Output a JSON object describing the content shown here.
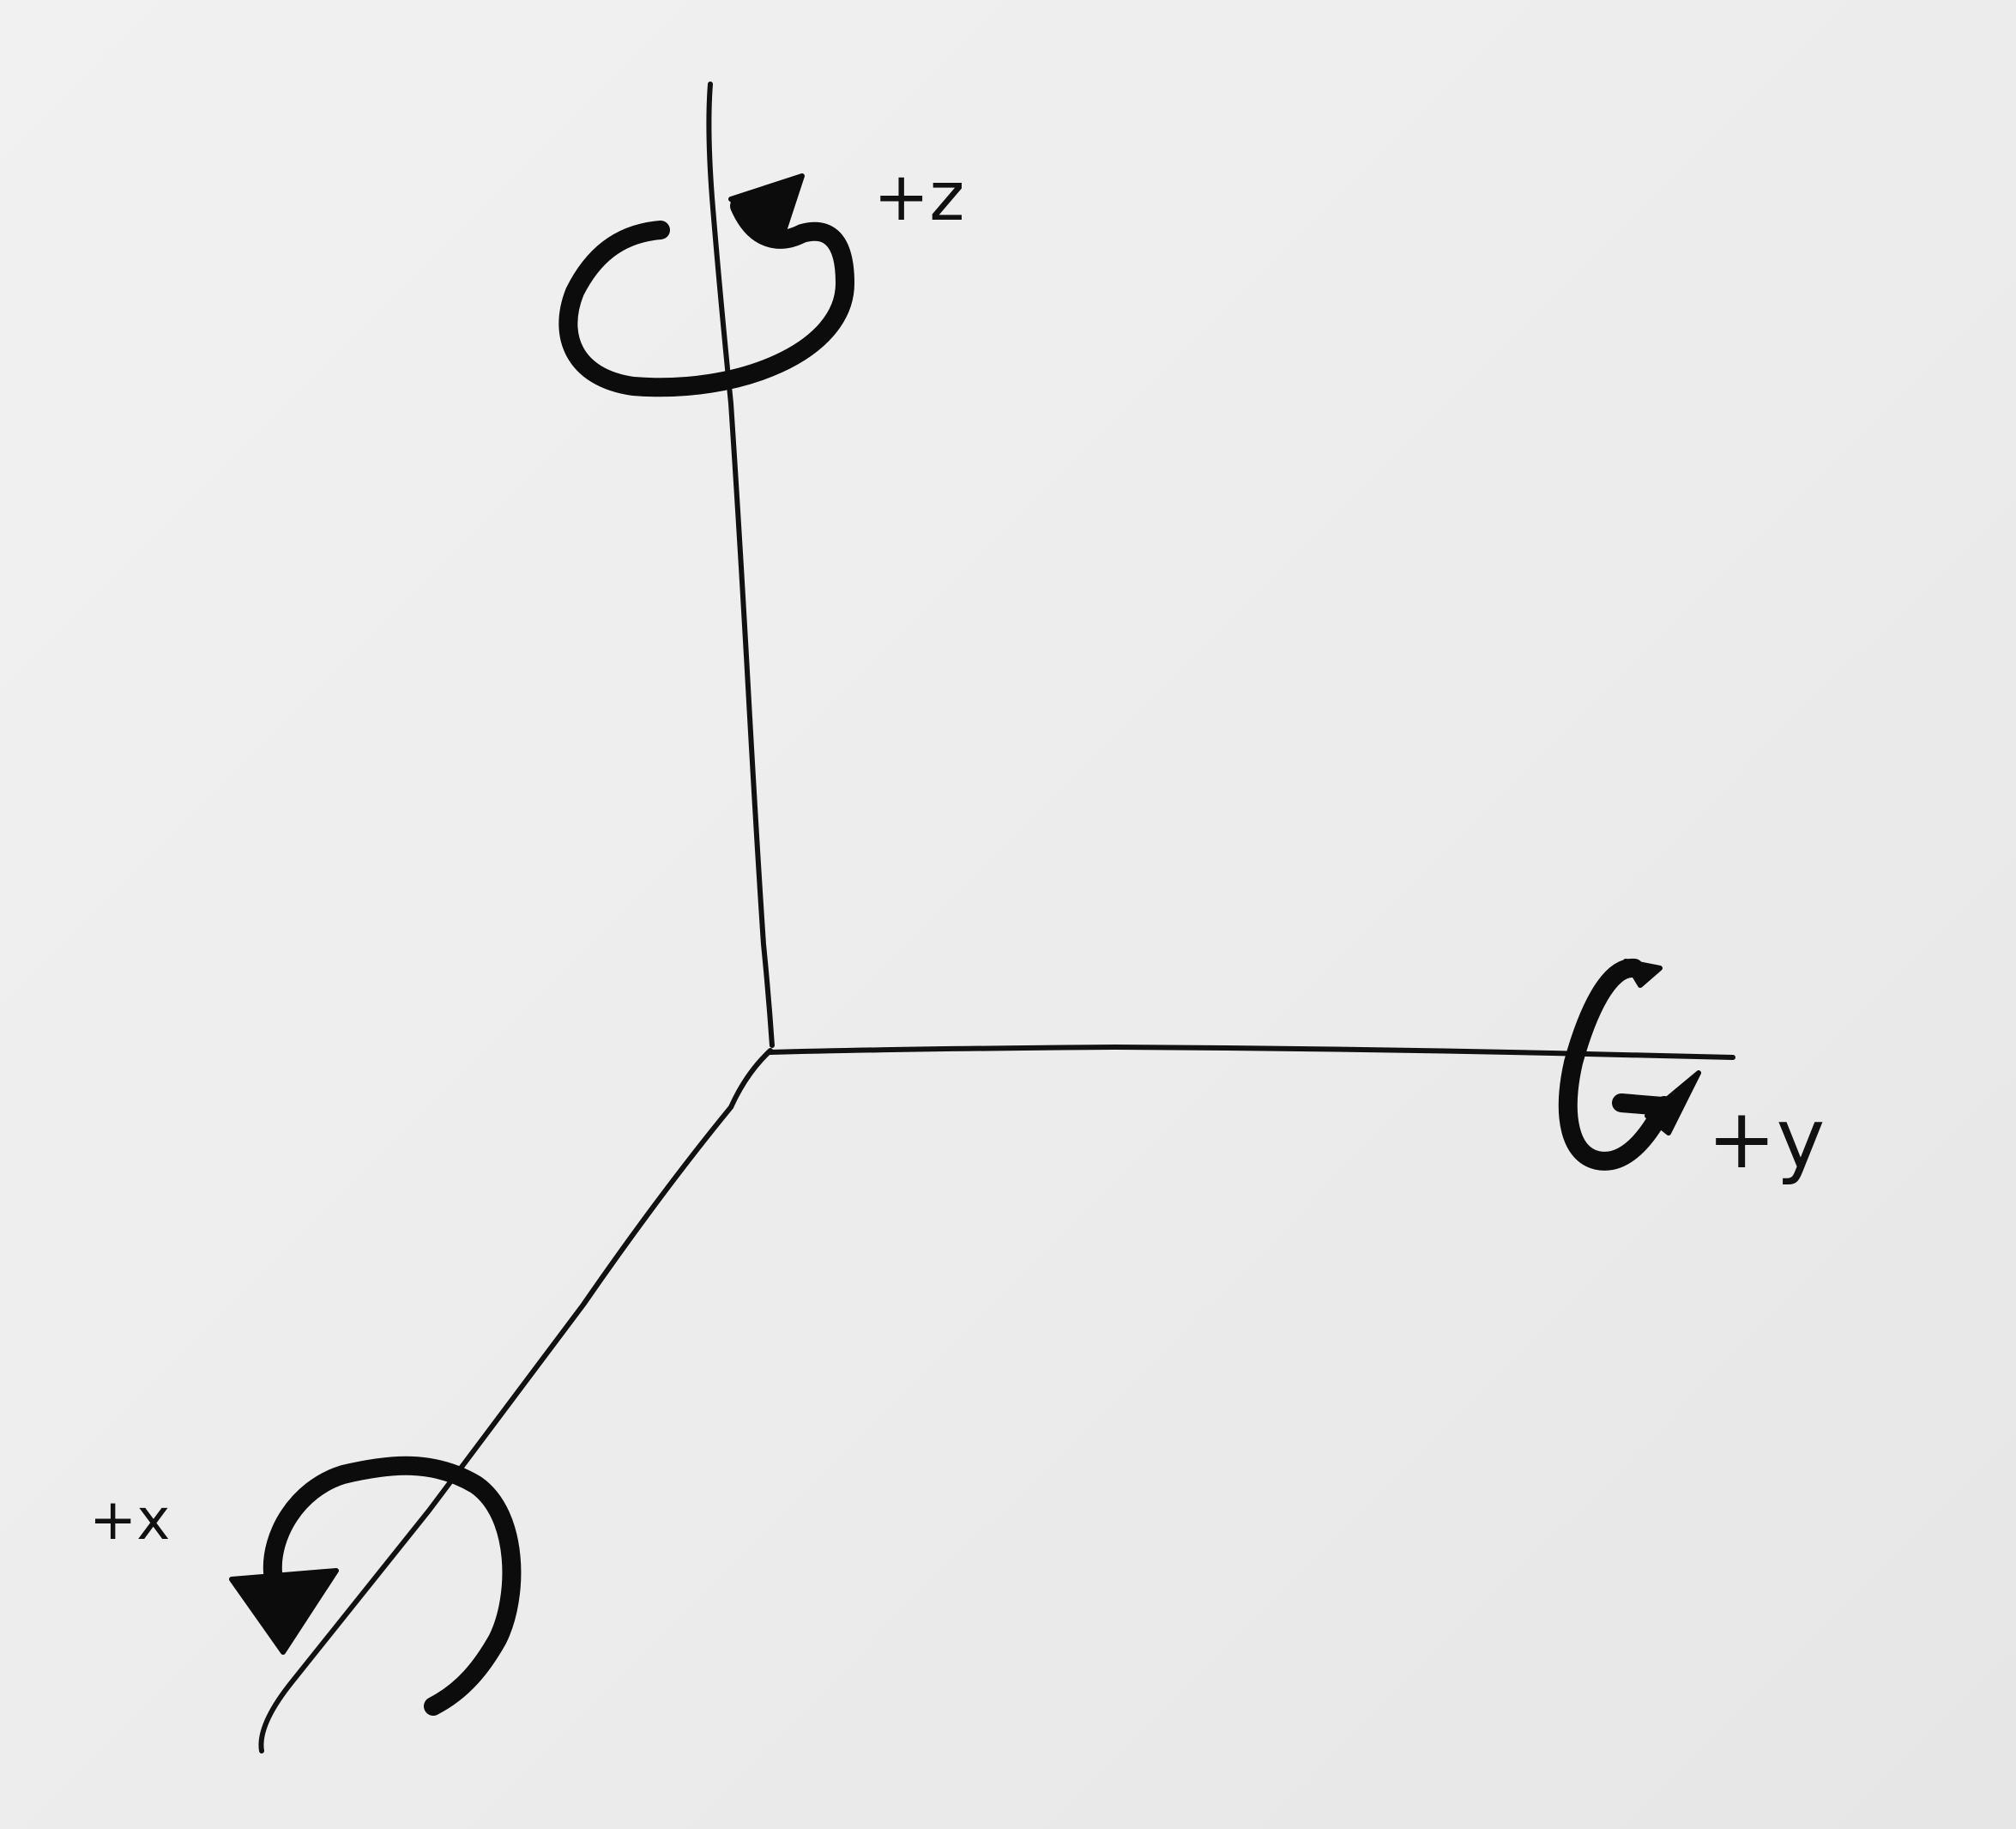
{
  "labels": {
    "z": "+z",
    "y": "+y",
    "x": "+x"
  },
  "icons": {
    "z": "counterclockwise-rotation-arrow-icon",
    "y": "clockwise-rotation-arrow-icon",
    "x": "counterclockwise-rotation-arrow-icon"
  },
  "colors": {
    "ink": "#111111",
    "paper": "#efefef"
  }
}
